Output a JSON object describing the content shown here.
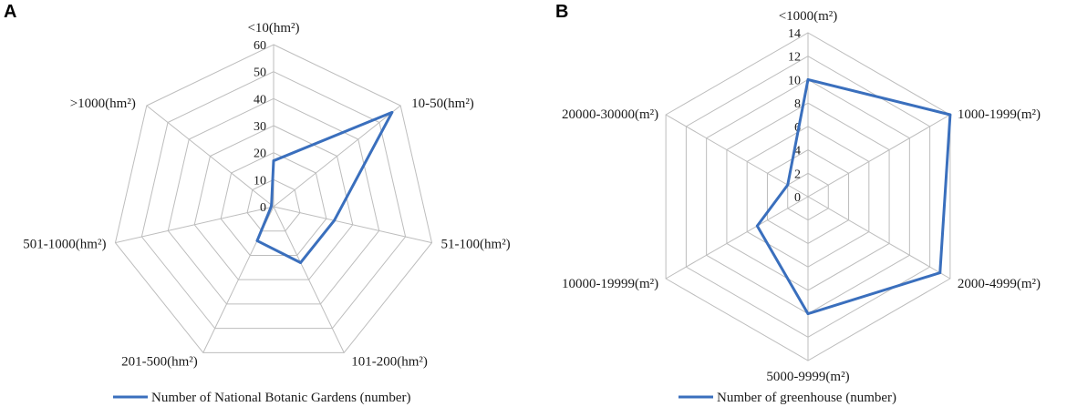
{
  "panels": [
    {
      "letter": "A"
    },
    {
      "letter": "B"
    }
  ],
  "colors": {
    "series": "#3a6fbd",
    "grid": "#bdbdbd"
  },
  "chart_data": [
    {
      "type": "radar",
      "categories": [
        "<10(hm²)",
        "10-50(hm²)",
        "51-100(hm²)",
        "101-200(hm²)",
        "201-500(hm²)",
        "501-1000(hm²)",
        ">1000(hm²)"
      ],
      "ticks": [
        "0",
        "10",
        "20",
        "30",
        "40",
        "50",
        "60"
      ],
      "rmax": 60,
      "series": [
        {
          "name": "Number of National Botanic Gardens (number)",
          "values": [
            17,
            56,
            23,
            23,
            14,
            1,
            1
          ]
        }
      ],
      "legend_position": "bottom"
    },
    {
      "type": "radar",
      "categories": [
        "<1000(m²)",
        "1000-1999(m²)",
        "2000-4999(m²)",
        "5000-9999(m²)",
        "10000-19999(m²)",
        "20000-30000(m²)"
      ],
      "ticks": [
        "0",
        "2",
        "4",
        "6",
        "8",
        "10",
        "12",
        "14"
      ],
      "rmax": 14,
      "series": [
        {
          "name": "Number of greenhouse (number)",
          "values": [
            10,
            14,
            13,
            10,
            5,
            2
          ]
        }
      ],
      "legend_position": "bottom"
    }
  ]
}
